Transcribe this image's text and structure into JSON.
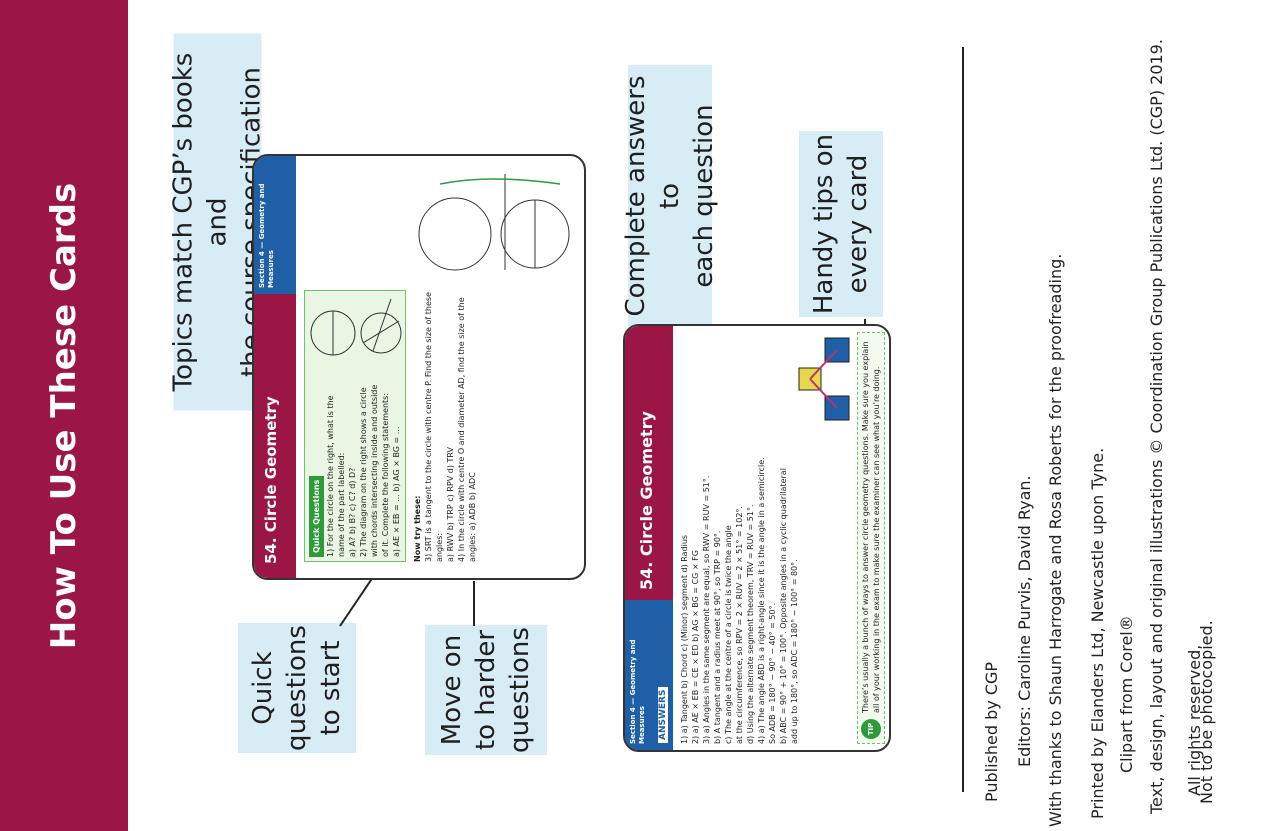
{
  "sidebar": {
    "title": "How To Use These Cards"
  },
  "callouts": {
    "topics": [
      "Topics match CGP’s books and",
      "the course specification"
    ],
    "complete": [
      "Complete answers to",
      "each question"
    ],
    "tips": [
      "Handy tips on",
      "every card"
    ],
    "quick": [
      "Quick",
      "questions",
      "to start"
    ],
    "moveon": [
      "Move on",
      "to harder",
      "questions"
    ]
  },
  "question_card": {
    "title": "54. Circle Geometry",
    "section": "Section 4 — Geometry and Measures",
    "quick_label": "Quick Questions",
    "q1": "1)  For the circle on the right, what is the name of the part labelled:",
    "q1_opts": "a)  A?      b)  B?      c)  C?      d)  D?",
    "q2": "2)  The diagram on the right shows a circle with chords intersecting inside and outside of it. Complete the following statements:",
    "q2_opts": "a)  AE × EB = ...        b)  AG × BG = ...",
    "now_try": "Now try these:",
    "q3": "3)  SRT is a tangent to the circle with centre P. Find the size of these angles:",
    "q3_opts": "a)  RWV      b)  TRP      c)  RPV      d)  TRV",
    "q4": "4)  In the circle with centre O and diameter AD, find the size of the angles:   a)  ADB   b)  ADC"
  },
  "answer_card": {
    "section": "Section 4 — Geometry and Measures",
    "answers_label": "ANSWERS",
    "title": "54. Circle Geometry",
    "lines": [
      "1)  a)  Tangent        b)  Chord        c)  (Minor) segment        d)  Radius",
      "2)  a)  AE × EB = CE × ED        b)  AG × BG = CG × FG",
      "3)  a)  Angles in the same segment are equal, so RWV = RUV = 51°.",
      "      b)  A tangent and a radius meet at 90°, so TRP = 90°.",
      "      c)  The angle at the centre of a circle is twice the angle",
      "           at the circumference, so RPV = 2 × RUV = 2 × 51° = 102°.",
      "      d)  Using the alternate segment theorem, TRV = RUV = 51°.",
      "4)  a)  The angle ABD is a right-angle since it is the angle in a semicircle.",
      "           So ADB = 180° − 90° − 40° = 50°.",
      "      b)  ABC = 90° + 10° = 100°.  Opposite angles in a cyclic quadrilateral",
      "           add up to 180°, so ADC = 180° − 100° = 80°."
    ],
    "tip_badge": "TIP",
    "tip": "There’s usually a bunch of ways to answer circle geometry questions.  Make sure you explain all of your working in the exam to make sure the examiner can see what you’re doing."
  },
  "credits": {
    "published": "Published by CGP",
    "editors": "Editors: Caroline Purvis, David Ryan.",
    "thanks": "With thanks to Shaun Harrogate and Rosa Roberts for the proofreading.",
    "printed": "Printed by Elanders Ltd, Newcastle upon Tyne.",
    "clipart": "Clipart from Corel®",
    "copyright": "Text, design, layout and original illustrations © Coordination Group Publications Ltd. (CGP) 2019.",
    "rights": "All rights reserved.",
    "photocopy": "Not to be photocopied."
  },
  "colors": {
    "brand": "#9b1545",
    "callout": "#d8ecf6",
    "section_blue": "#1f5fa8",
    "green": "#2e9b3a"
  }
}
